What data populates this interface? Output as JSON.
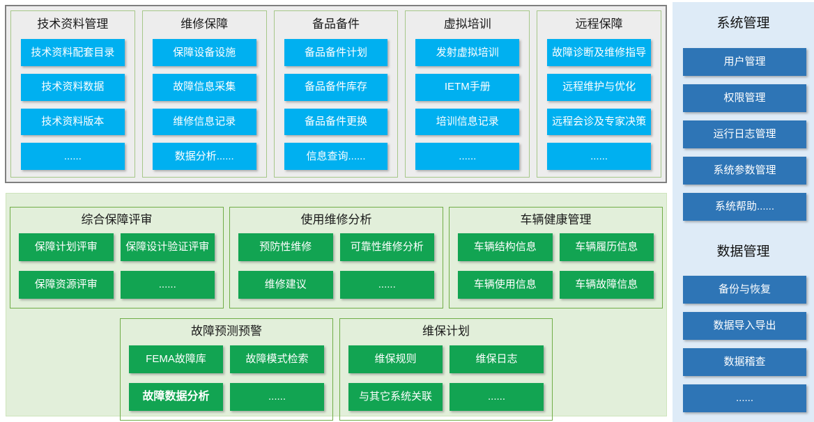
{
  "colors": {
    "blue_button": "#00B0F0",
    "green_button": "#12A452",
    "sidebar_button": "#2E75B6",
    "sidebar_bg": "#DEEBF7",
    "light_green_bg": "#E2EFDA",
    "green_border": "#70AD47",
    "gray_box_bg": "#EDEDED",
    "gray_box_border": "#7F7F7F",
    "top_group_border": "#A6C789"
  },
  "top_section": {
    "groups": [
      {
        "title": "技术资料管理",
        "items": [
          "技术资料配套目录",
          "技术资料数据",
          "技术资料版本",
          "......"
        ]
      },
      {
        "title": "维修保障",
        "items": [
          "保障设备设施",
          "故障信息采集",
          "维修信息记录",
          "数据分析......"
        ]
      },
      {
        "title": "备品备件",
        "items": [
          "备品备件计划",
          "备品备件库存",
          "备品备件更换",
          "信息查询......"
        ]
      },
      {
        "title": "虚拟培训",
        "items": [
          "发射虚拟培训",
          "IETM手册",
          "培训信息记录",
          "......"
        ]
      },
      {
        "title": "远程保障",
        "items": [
          "故障诊断及维修指导",
          "远程维护与优化",
          "远程会诊及专家决策",
          "......"
        ]
      }
    ]
  },
  "bottom_section": {
    "row1": [
      {
        "title": "综合保障评审",
        "items": [
          "保障计划评审",
          "保障设计验证评审",
          "保障资源评审",
          "......"
        ]
      },
      {
        "title": "使用维修分析",
        "items": [
          "预防性维修",
          "可靠性维修分析",
          "维修建议",
          "......"
        ]
      },
      {
        "title": "车辆健康管理",
        "items": [
          "车辆结构信息",
          "车辆履历信息",
          "车辆使用信息",
          "车辆故障信息"
        ]
      }
    ],
    "row2": [
      {
        "title": "故障预测预警",
        "items": [
          "FEMA故障库",
          "故障模式检索",
          "故障数据分析",
          "......"
        ]
      },
      {
        "title": "维保计划",
        "items": [
          "维保规则",
          "维保日志",
          "与其它系统关联",
          "......"
        ]
      }
    ]
  },
  "sidebar": {
    "sections": [
      {
        "title": "系统管理",
        "items": [
          "用户管理",
          "权限管理",
          "运行日志管理",
          "系统参数管理",
          "系统帮助......"
        ]
      },
      {
        "title": "数据管理",
        "items": [
          "备份与恢复",
          "数据导入导出",
          "数据稽查",
          "......"
        ]
      }
    ]
  }
}
